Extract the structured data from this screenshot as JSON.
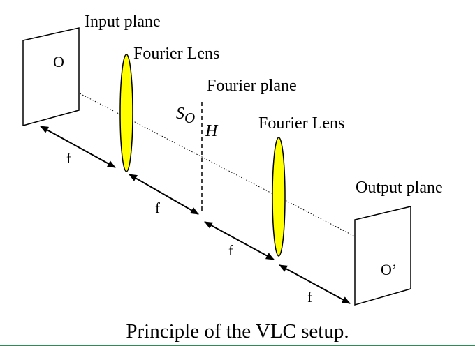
{
  "labels": {
    "input_plane": "Input plane",
    "fourier_lens_1": "Fourier Lens",
    "fourier_plane": "Fourier plane",
    "fourier_lens_2": "Fourier Lens",
    "output_plane": "Output plane",
    "object_point": "O",
    "image_point": "O’",
    "so_main": "S",
    "so_sub": "O",
    "h_label": "H",
    "focal_1": "f",
    "focal_2": "f",
    "focal_3": "f",
    "focal_4": "f"
  },
  "caption": "Principle of the VLC setup.",
  "colors": {
    "lens_fill": "#ffff00",
    "stroke": "#000000",
    "bottom_rule": "#2e8b57"
  }
}
